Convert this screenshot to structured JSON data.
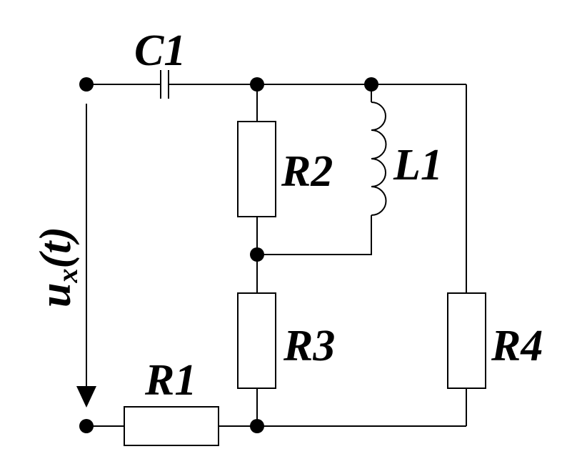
{
  "labels": {
    "c1": "C1",
    "r1": "R1",
    "r2": "R2",
    "r3": "R3",
    "r4": "R4",
    "l1": "L1",
    "voltage_base": "u",
    "voltage_sub": "x",
    "voltage_arg": "(t)"
  },
  "colors": {
    "line": "#000000",
    "background": "#ffffff"
  }
}
